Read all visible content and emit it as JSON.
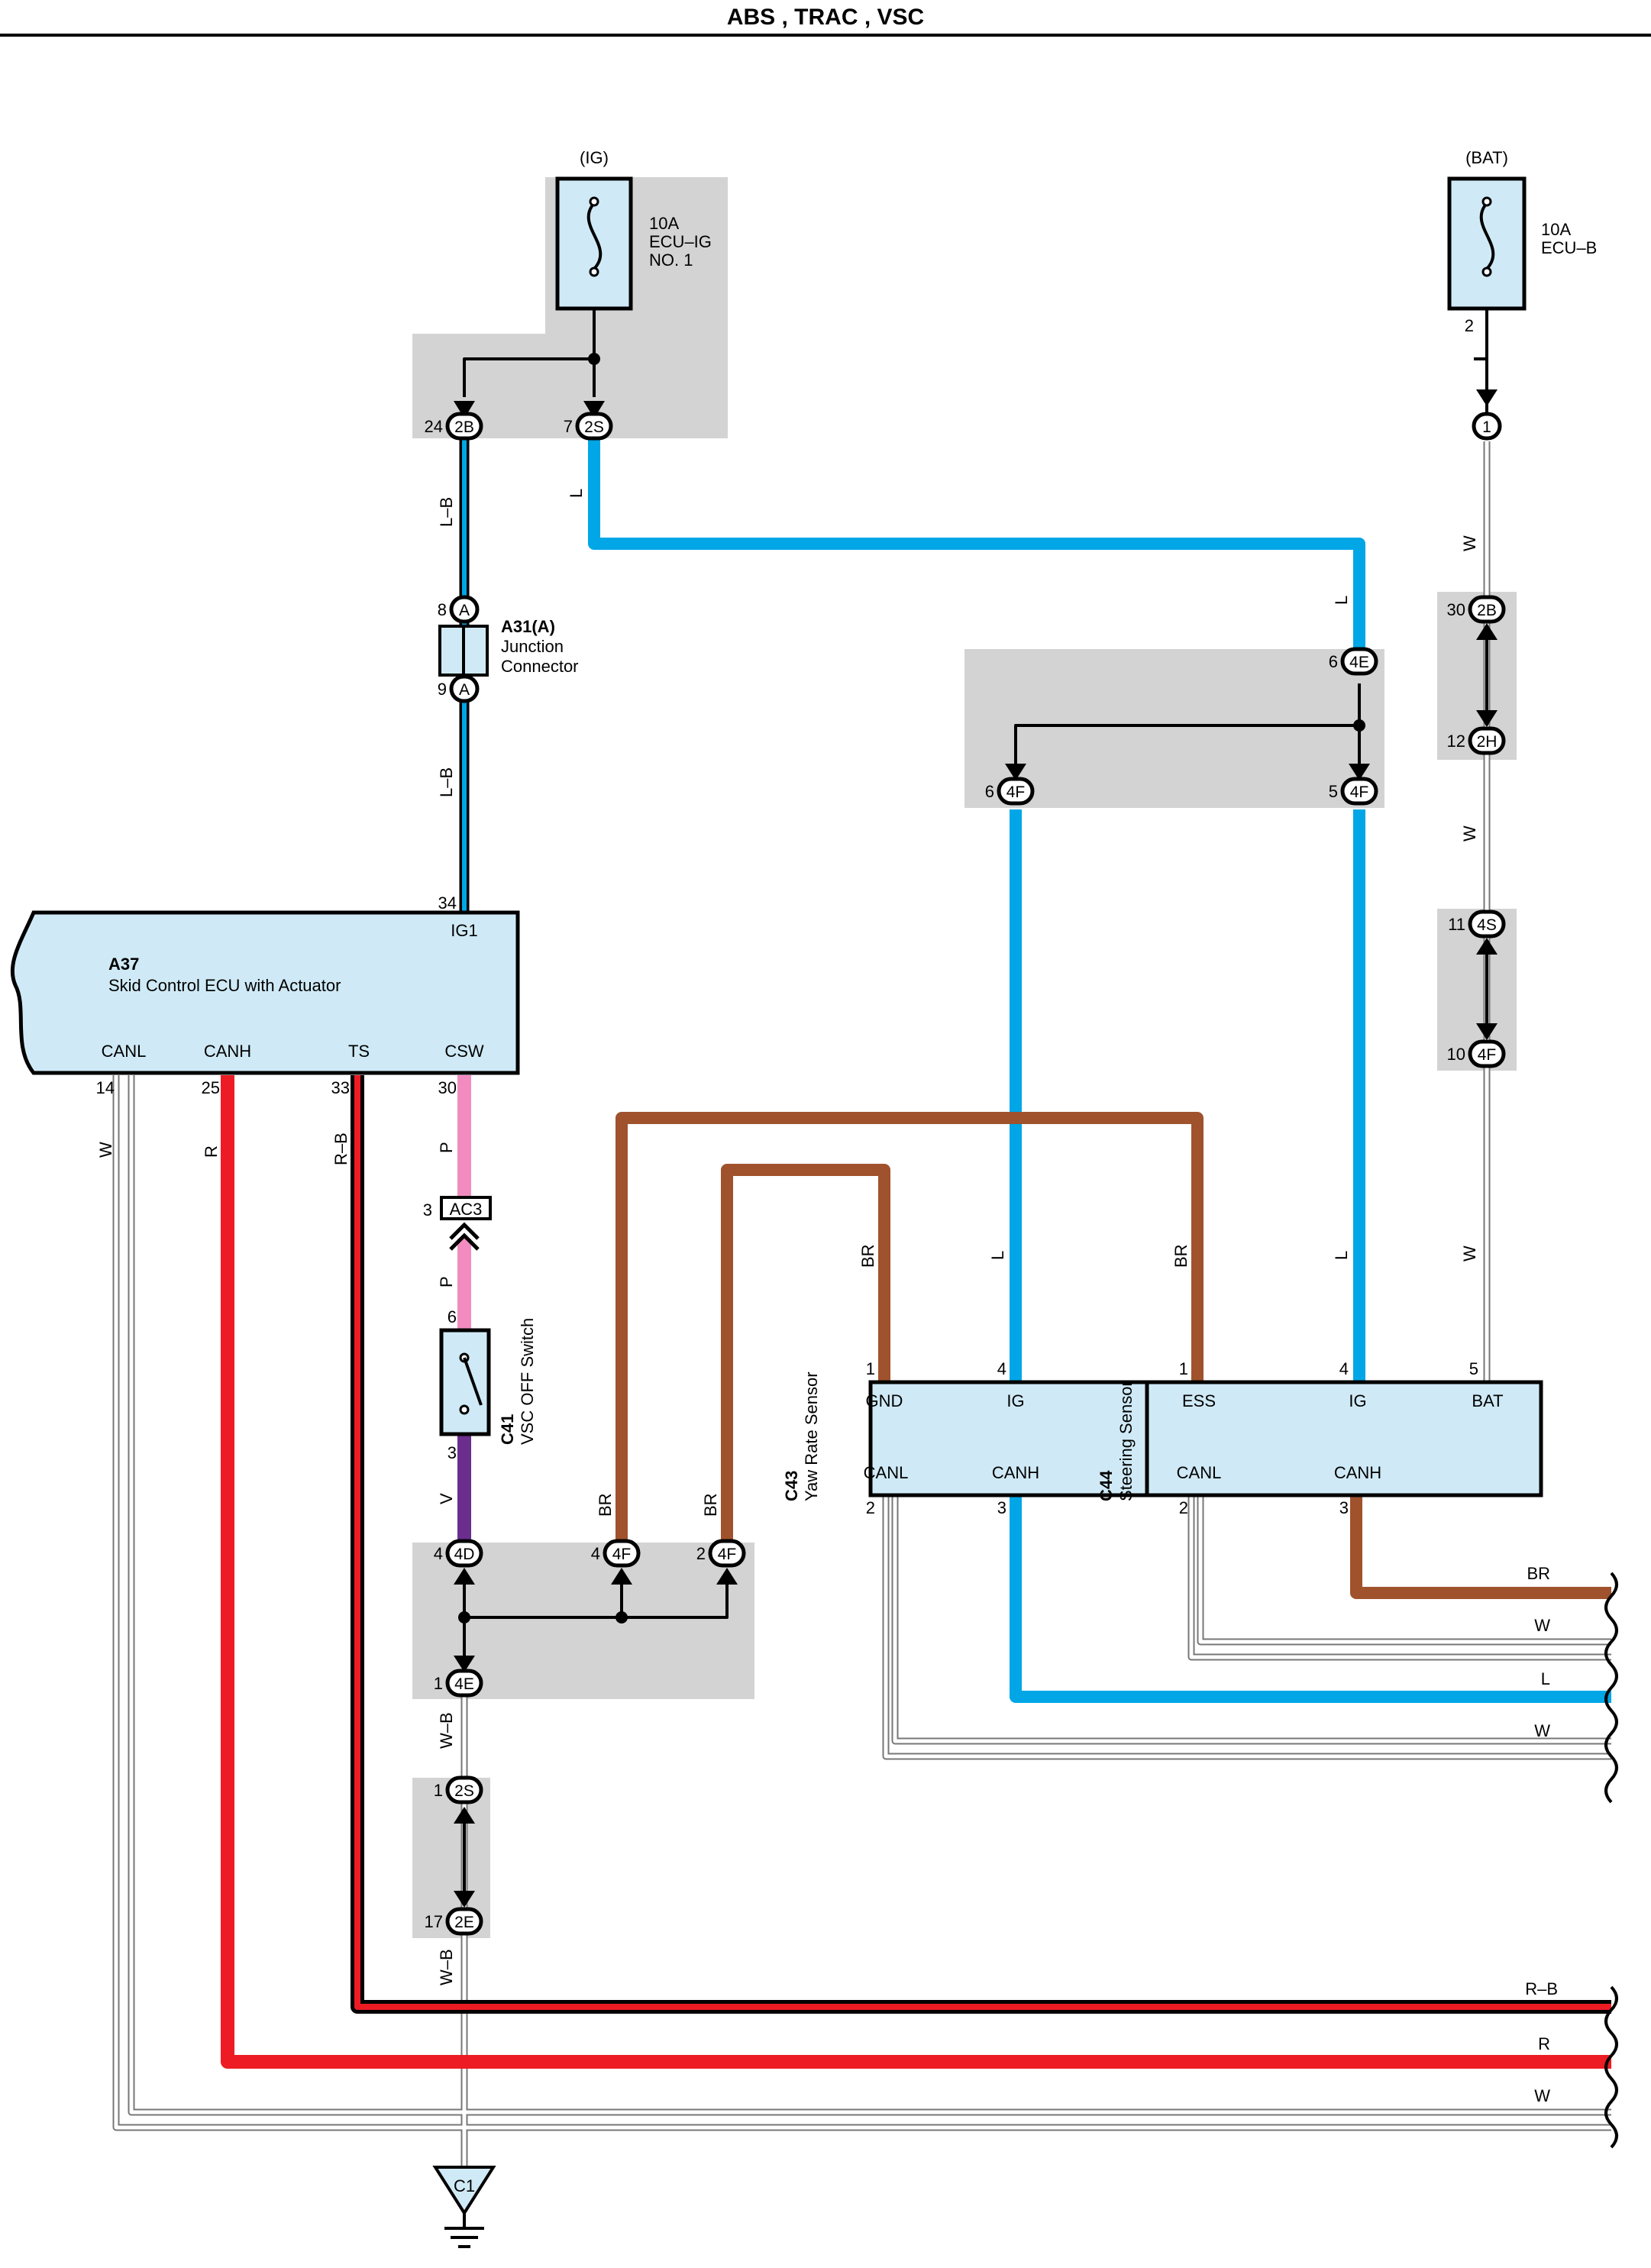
{
  "title": "ABS , TRAC , VSC",
  "colors": {
    "L": "#00a6e6",
    "R": "#ed1c24",
    "BR": "#a0522d",
    "P": "#f28cc0",
    "V": "#6b2e8e",
    "W": "#ffffff",
    "ecu_fill": "#cfeaf6",
    "shade": "#d3d3d3"
  },
  "power": {
    "ig_label": "(IG)",
    "ig_fuse": [
      "10A",
      "ECU–IG",
      "NO. 1"
    ],
    "bat_label": "(BAT)",
    "bat_fuse": [
      "10A",
      "ECU–B"
    ],
    "bat_pin": "2"
  },
  "connectors": {
    "c2B_24": {
      "pin": "24",
      "code": "2B"
    },
    "c2S_7": {
      "pin": "7",
      "code": "2S"
    },
    "c1": {
      "pin": "",
      "code": "1"
    },
    "cA_8": {
      "pin": "8",
      "code": "A"
    },
    "cA_9": {
      "pin": "9",
      "code": "A"
    },
    "c2B_30": {
      "pin": "30",
      "code": "2B"
    },
    "c2H_12": {
      "pin": "12",
      "code": "2H"
    },
    "c4S_11": {
      "pin": "11",
      "code": "4S"
    },
    "c4F_10": {
      "pin": "10",
      "code": "4F"
    },
    "c4E_6": {
      "pin": "6",
      "code": "4E"
    },
    "c4F_6": {
      "pin": "6",
      "code": "4F"
    },
    "c4F_5": {
      "pin": "5",
      "code": "4F"
    },
    "c4D_4": {
      "pin": "4",
      "code": "4D"
    },
    "c4F_4": {
      "pin": "4",
      "code": "4F"
    },
    "c4F_2": {
      "pin": "2",
      "code": "4F"
    },
    "c4E_1": {
      "pin": "1",
      "code": "4E"
    },
    "c2S_1": {
      "pin": "1",
      "code": "2S"
    },
    "c2E_17": {
      "pin": "17",
      "code": "2E"
    }
  },
  "junction": {
    "id": "A31(A)",
    "name": [
      "Junction",
      "Connector"
    ]
  },
  "ecu": {
    "id": "A37",
    "name": "Skid Control ECU with Actuator",
    "top_pin": "34",
    "top_term": "IG1",
    "terms": [
      "CANL",
      "CANH",
      "TS",
      "CSW"
    ],
    "pins": [
      "14",
      "25",
      "33",
      "30"
    ]
  },
  "switch": {
    "id": "C41",
    "name": "VSC OFF Switch",
    "pin_top": "6",
    "pin_bot": "3"
  },
  "ac3": {
    "pin": "3",
    "code": "AC3"
  },
  "yaw": {
    "id": "C43",
    "name": "Yaw Rate Sensor",
    "terms_top": [
      "GND",
      "IG"
    ],
    "pins_top": [
      "1",
      "4"
    ],
    "terms_bot": [
      "CANL",
      "CANH"
    ],
    "pins_bot": [
      "2",
      "3"
    ]
  },
  "steer": {
    "id": "C44",
    "name": "Steering Sensor",
    "terms_top": [
      "ESS",
      "IG",
      "BAT"
    ],
    "pins_top": [
      "1",
      "4",
      "5"
    ],
    "terms_bot": [
      "CANL",
      "CANH"
    ],
    "pins_bot": [
      "2",
      "3"
    ]
  },
  "ground": {
    "code": "C1"
  },
  "wire_labels": {
    "L": "L",
    "LB": "L–B",
    "W": "W",
    "R": "R",
    "RB": "R–B",
    "P": "P",
    "V": "V",
    "BR": "BR",
    "WB": "W–B"
  },
  "right_exit": [
    "BR",
    "W",
    "L",
    "W",
    "R–B",
    "R",
    "W"
  ]
}
